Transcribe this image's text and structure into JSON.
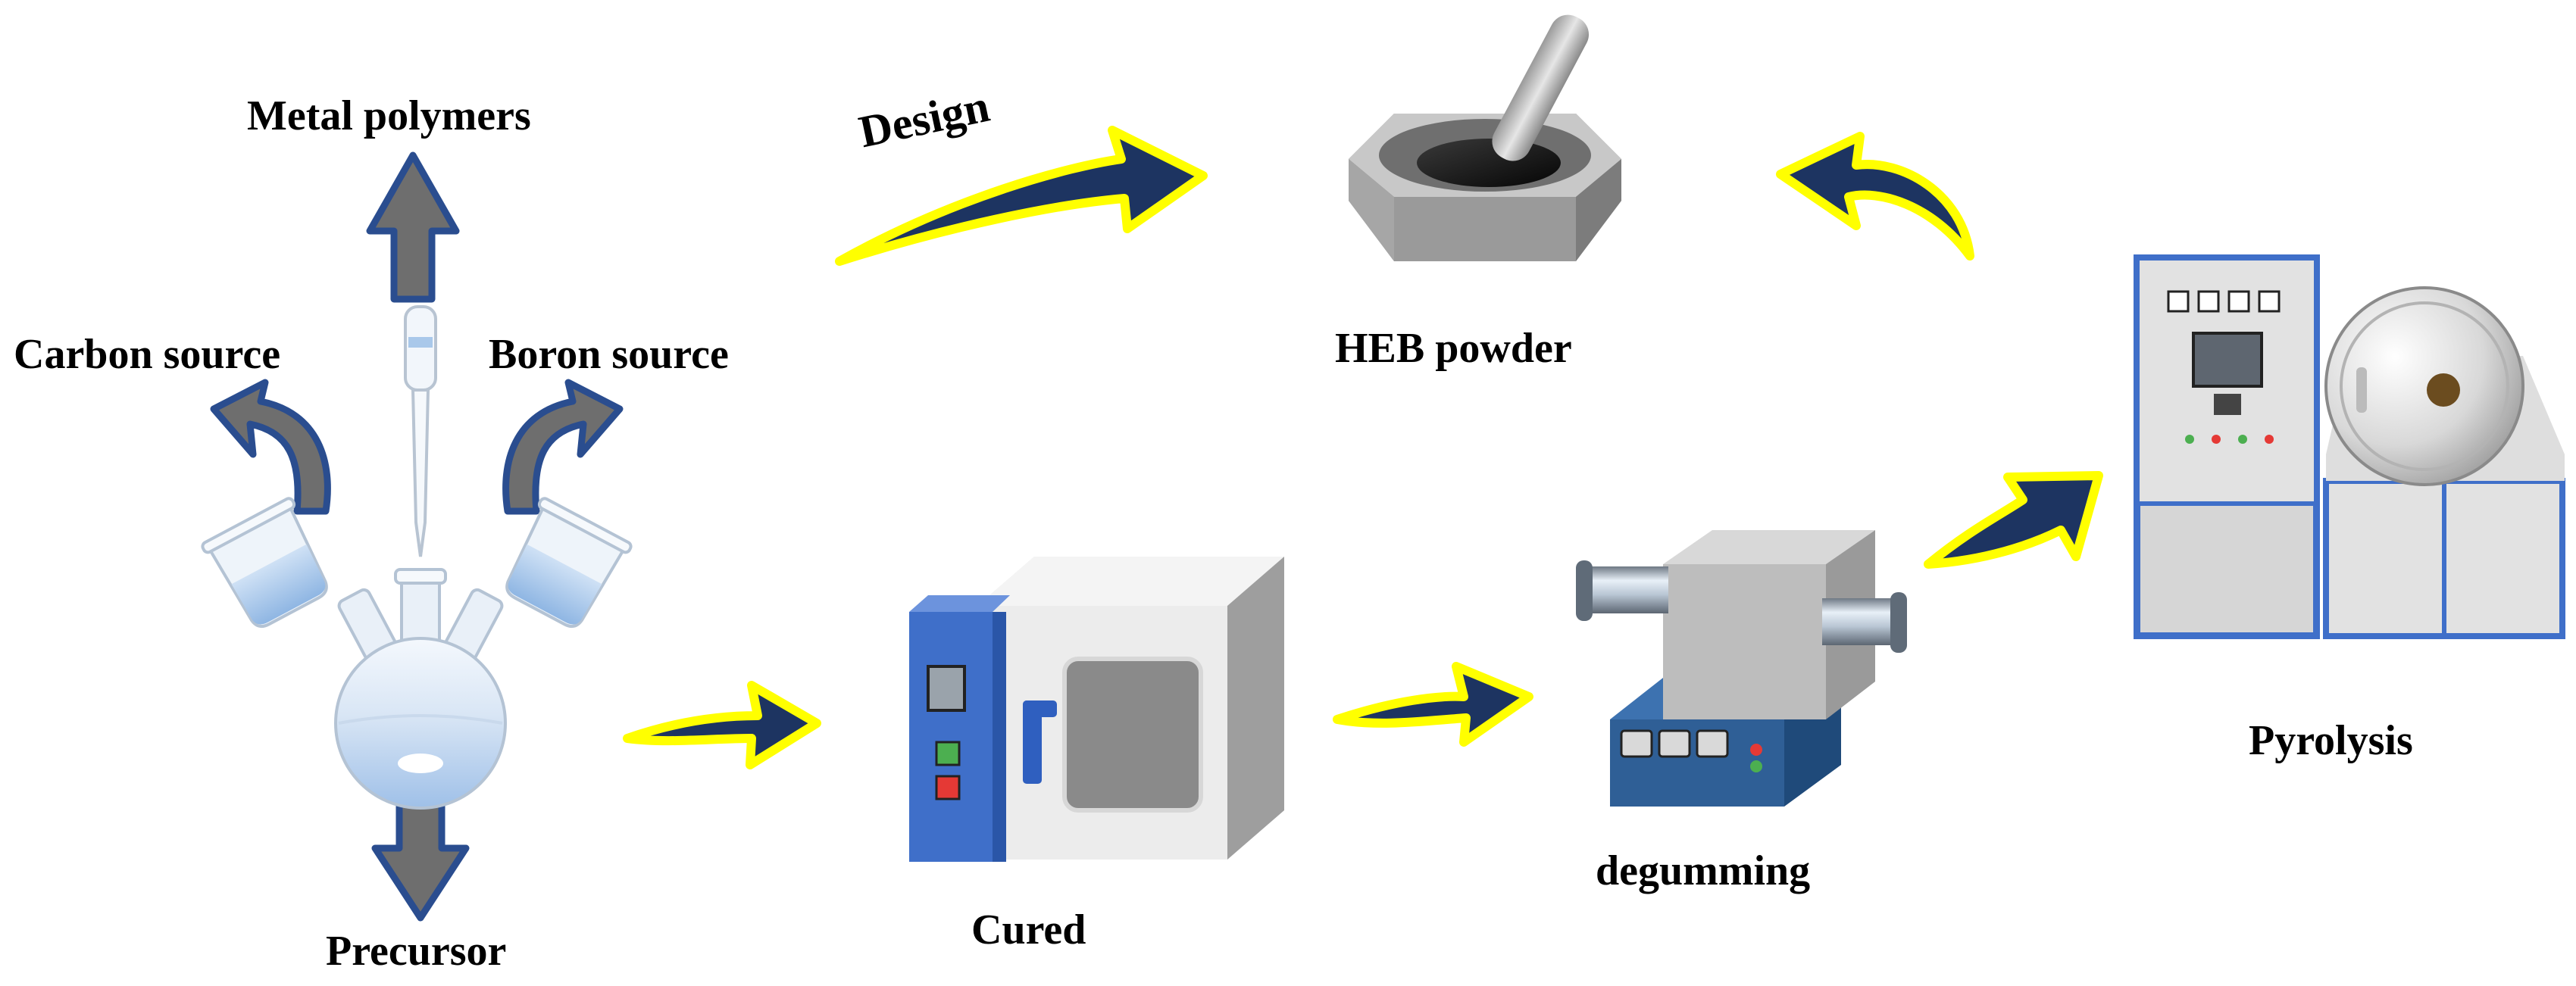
{
  "labels": {
    "metal_polymers": "Metal polymers",
    "carbon_source": "Carbon source",
    "boron_source": "Boron source",
    "precursor": "Precursor",
    "design": "Design",
    "heb_powder": "HEB powder",
    "cured": "Cured",
    "degumming": "degumming",
    "pyrolysis": "Pyrolysis"
  },
  "colors": {
    "arrow_fill": "#1d3461",
    "arrow_outline": "#ffff00",
    "up_arrow_fill": "#6e6e6e",
    "up_arrow_outline": "#2a4d8f",
    "oven_blue": "#3f6fc9",
    "furnace_base": "#2f5f96",
    "cabinet_gray": "#dcdcdc"
  }
}
